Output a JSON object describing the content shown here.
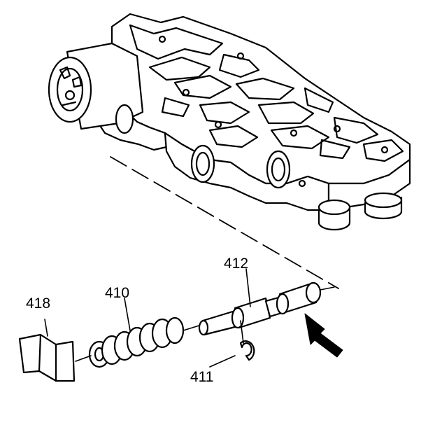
{
  "callouts": {
    "part_418": "418",
    "part_410": "410",
    "part_412": "412",
    "part_411": "411"
  },
  "colors": {
    "line": "#000000",
    "fill": "#ffffff"
  }
}
